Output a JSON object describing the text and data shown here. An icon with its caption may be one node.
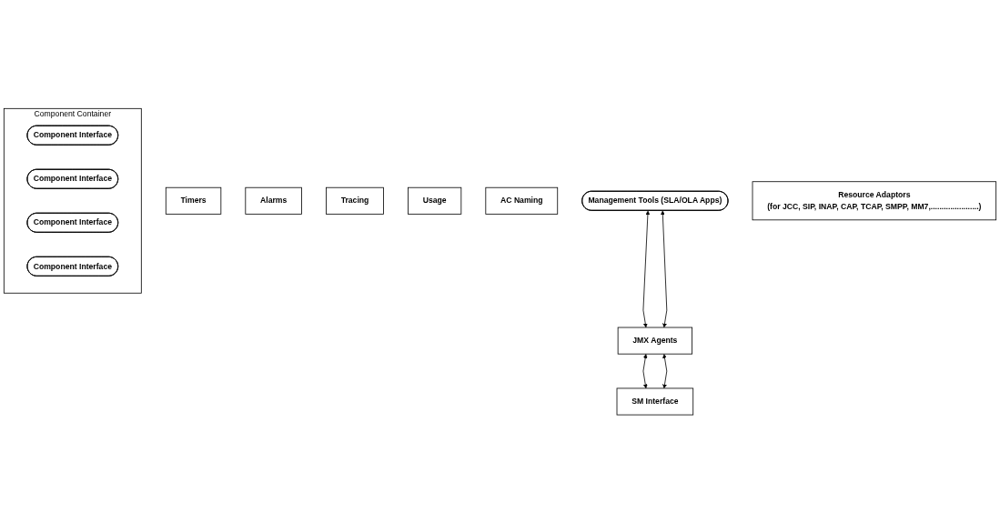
{
  "diagram": {
    "nodes": [
      {
        "text": [
          "Timers"
        ]
      },
      {
        "text": [
          "Alarms"
        ]
      },
      {
        "text": [
          "Tracing"
        ]
      },
      {
        "text": [
          "Usage"
        ]
      },
      {
        "text": [
          "AC Naming"
        ]
      },
      {
        "text": [
          "Component Container"
        ]
      },
      {
        "text": [
          "Component Interface"
        ],
        "in": 5
      },
      {
        "text": [
          "Component Interface"
        ],
        "in": 5
      },
      {
        "text": [
          "Component Interface"
        ],
        "in": 5
      },
      {
        "text": [
          "Component Interface"
        ],
        "in": 5
      },
      {
        "text": [
          "Management Tools (SLA/OLA Apps)"
        ]
      },
      {
        "text": [
          "JMX Agents"
        ]
      },
      {
        "text": [
          "SM Interface"
        ]
      },
      {
        "text": [
          "Resource Adaptors",
          "(for JCC, SIP, INAP, CAP, TCAP, SMPP, MM7,......................)"
        ]
      }
    ],
    "edges": [
      {
        "from": 10,
        "to": 11,
        "arrow": "both"
      },
      {
        "from": 10,
        "to": 11,
        "arrow": "both"
      },
      {
        "from": 11,
        "to": 12,
        "arrow": "both"
      },
      {
        "from": 11,
        "to": 12,
        "arrow": "both"
      }
    ]
  }
}
